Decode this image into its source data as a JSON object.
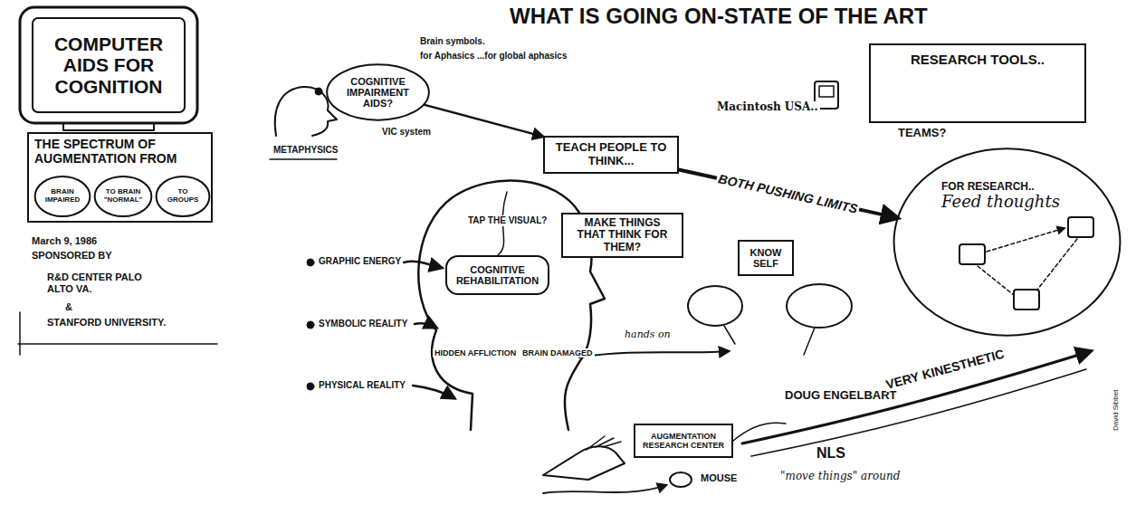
{
  "diagram": {
    "title": "WHAT IS GOING ON-STATE OF THE ART",
    "nodes": [
      {
        "text": [
          "COMPUTER AIDS FOR COGNITION"
        ]
      },
      {
        "text": [
          "THE SPECTRUM OF AUGMENTATION FROM"
        ]
      },
      {
        "text": [
          "BRAIN IMPAIRED"
        ],
        "in": 1
      },
      {
        "text": [
          "TO BRAIN \"NORMAL\""
        ],
        "in": 1
      },
      {
        "text": [
          "TO GROUPS"
        ],
        "in": 1
      },
      {
        "text": [
          "COGNITIVE IMPAIRMENT AIDS?"
        ]
      },
      {
        "text": [
          "TEACH PEOPLE TO THINK..."
        ]
      },
      {
        "text": [
          "MAKE THINGS THAT THINK FOR THEM?"
        ]
      },
      {
        "text": [
          "COGNITIVE REHABILITATION"
        ]
      },
      {
        "text": [
          "RESEARCH TOOLS.."
        ]
      },
      {
        "text": [
          "KNOW SELF"
        ]
      },
      {
        "text": [
          "FOR RESEARCH..",
          "Feed thoughts"
        ]
      },
      {
        "text": [
          "AUGMENTATION RESEARCH CENTER"
        ]
      }
    ],
    "edges": [
      {
        "from": 5,
        "to": 6,
        "arrow": "to"
      },
      {
        "from": 6,
        "to": 11,
        "label": "BOTH PUSHING LIMITS",
        "arrow": "to"
      }
    ],
    "labels": [
      "March 9, 1986",
      "SPONSORED BY",
      "R&D CENTER PALO ALTO VA.",
      "&",
      "STANFORD UNIVERSITY.",
      "METAPHYSICS",
      "GRAPHIC ENERGY",
      "SYMBOLIC REALITY",
      "PHYSICAL REALITY",
      "Brain symbols.",
      "for Aphasics ...for global aphasics",
      "VIC system",
      "Macintosh USA..",
      "TAP THE VISUAL?",
      "HIDDEN AFFLICTION",
      "BRAIN DAMAGED",
      "TEAMS?",
      "hands on",
      "DOUG ENGELBART",
      "NLS",
      "VERY KINESTHETIC",
      "MOUSE",
      "\"move things\" around",
      "David Sibbet"
    ]
  }
}
